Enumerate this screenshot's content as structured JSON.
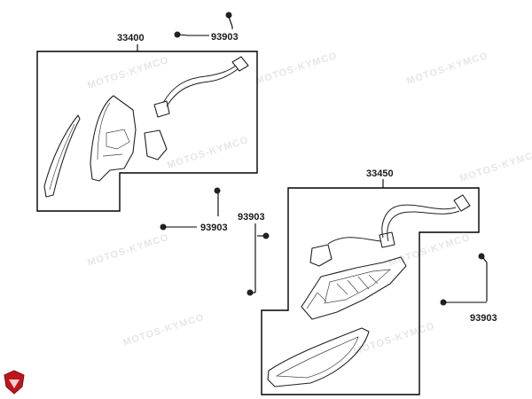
{
  "diagram": {
    "part_numbers": {
      "front_left_assembly": "33400",
      "front_right_assembly": "33450",
      "screw_top": "93903",
      "screw_left_mid": "93903",
      "screw_center": "93903",
      "screw_right": "93903"
    },
    "watermark_text": "MOTOS-KYMCO",
    "colors": {
      "line": "#1a1a1a",
      "watermark": "#e6e6e6",
      "badge": "#c0141c"
    },
    "badge_icon": "shield-logo-icon"
  }
}
